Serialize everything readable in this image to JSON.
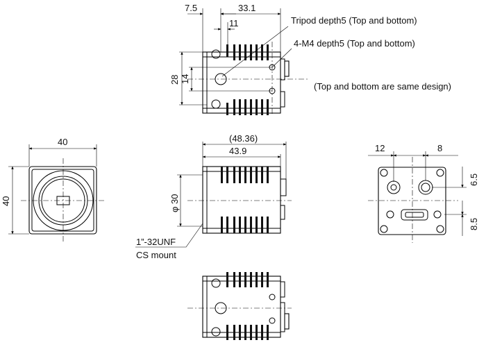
{
  "top_view": {
    "dim_7_5": "7.5",
    "dim_33_1": "33.1",
    "dim_11": "11",
    "dim_28": "28",
    "dim_14": "14",
    "note_tripod": "Tripod depth5 (Top and bottom)",
    "note_m4": "4-M4 depth5 (Top and bottom)",
    "note_same": "(Top and bottom are same design)"
  },
  "front_view": {
    "dim_width": "40",
    "dim_height": "40"
  },
  "side_view": {
    "dim_48_36": "(48.36)",
    "dim_43_9": "43.9",
    "dim_phi30": "φ 30",
    "mount_line1": "1”-32UNF",
    "mount_line2": "CS mount"
  },
  "rear_view": {
    "dim_12": "12",
    "dim_8": "8",
    "dim_6_5": "6.5",
    "dim_8_5": "8.5"
  }
}
